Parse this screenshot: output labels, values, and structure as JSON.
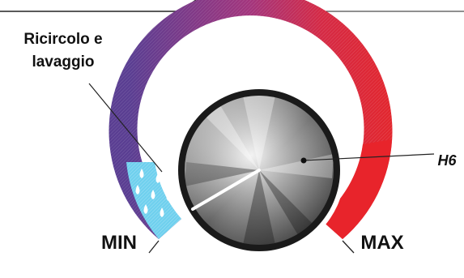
{
  "labels": {
    "recirc_line1": "Ricircolo e",
    "recirc_line2": "lavaggio",
    "min": "MIN",
    "max": "MAX",
    "knob_id": "H6"
  },
  "colors": {
    "dial_purple": "#5c3d8f",
    "dial_magenta": "#a6357a",
    "dial_red": "#e3262c",
    "water_blue": "#6fd0ee",
    "knob_dark": "#1a1a1a",
    "knob_silver": "#d8d8d8"
  },
  "icons": {
    "direction_arrow": "rotation-arrow-icon",
    "water_drops": "water-drops-icon"
  },
  "knob": {
    "position": "min"
  }
}
